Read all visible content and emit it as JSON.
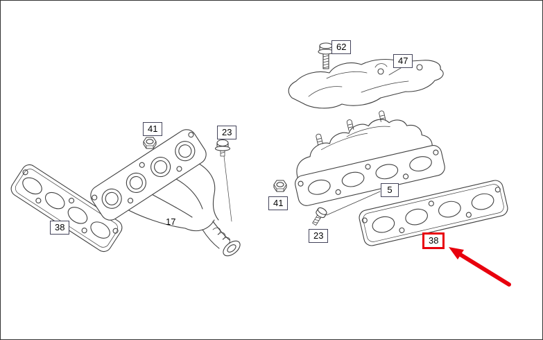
{
  "page": {
    "background": "#ffffff",
    "frame_color": "#333333",
    "line_color": "#3f3f3f"
  },
  "highlight": {
    "color": "#e8000d",
    "target_label": "38",
    "annotation": "red-arrow-pointing-to-part-38"
  },
  "labels": [
    {
      "id": "62",
      "boxed": true,
      "highlighted": false
    },
    {
      "id": "47",
      "boxed": true,
      "highlighted": false
    },
    {
      "id": "41",
      "boxed": true,
      "highlighted": false
    },
    {
      "id": "23",
      "boxed": true,
      "highlighted": false
    },
    {
      "id": "38",
      "boxed": true,
      "highlighted": false
    },
    {
      "id": "17",
      "boxed": false,
      "highlighted": false
    },
    {
      "id": "41",
      "boxed": true,
      "highlighted": false
    },
    {
      "id": "23",
      "boxed": true,
      "highlighted": false
    },
    {
      "id": "5",
      "boxed": true,
      "highlighted": false
    },
    {
      "id": "38",
      "boxed": true,
      "highlighted": true
    }
  ],
  "drawings": [
    {
      "name": "hex-bolt",
      "part": "62"
    },
    {
      "name": "heat-shield",
      "part": "47"
    },
    {
      "name": "hex-nut",
      "part": "41"
    },
    {
      "name": "hex-bolt",
      "part": "23"
    },
    {
      "name": "exhaust-gasket",
      "part": "38"
    },
    {
      "name": "exhaust-manifold",
      "part": "17"
    },
    {
      "name": "hex-nut",
      "part": "41"
    },
    {
      "name": "stud-bolt",
      "part": "23"
    },
    {
      "name": "exhaust-manifold",
      "part": "5"
    },
    {
      "name": "exhaust-gasket",
      "part": "38"
    }
  ]
}
